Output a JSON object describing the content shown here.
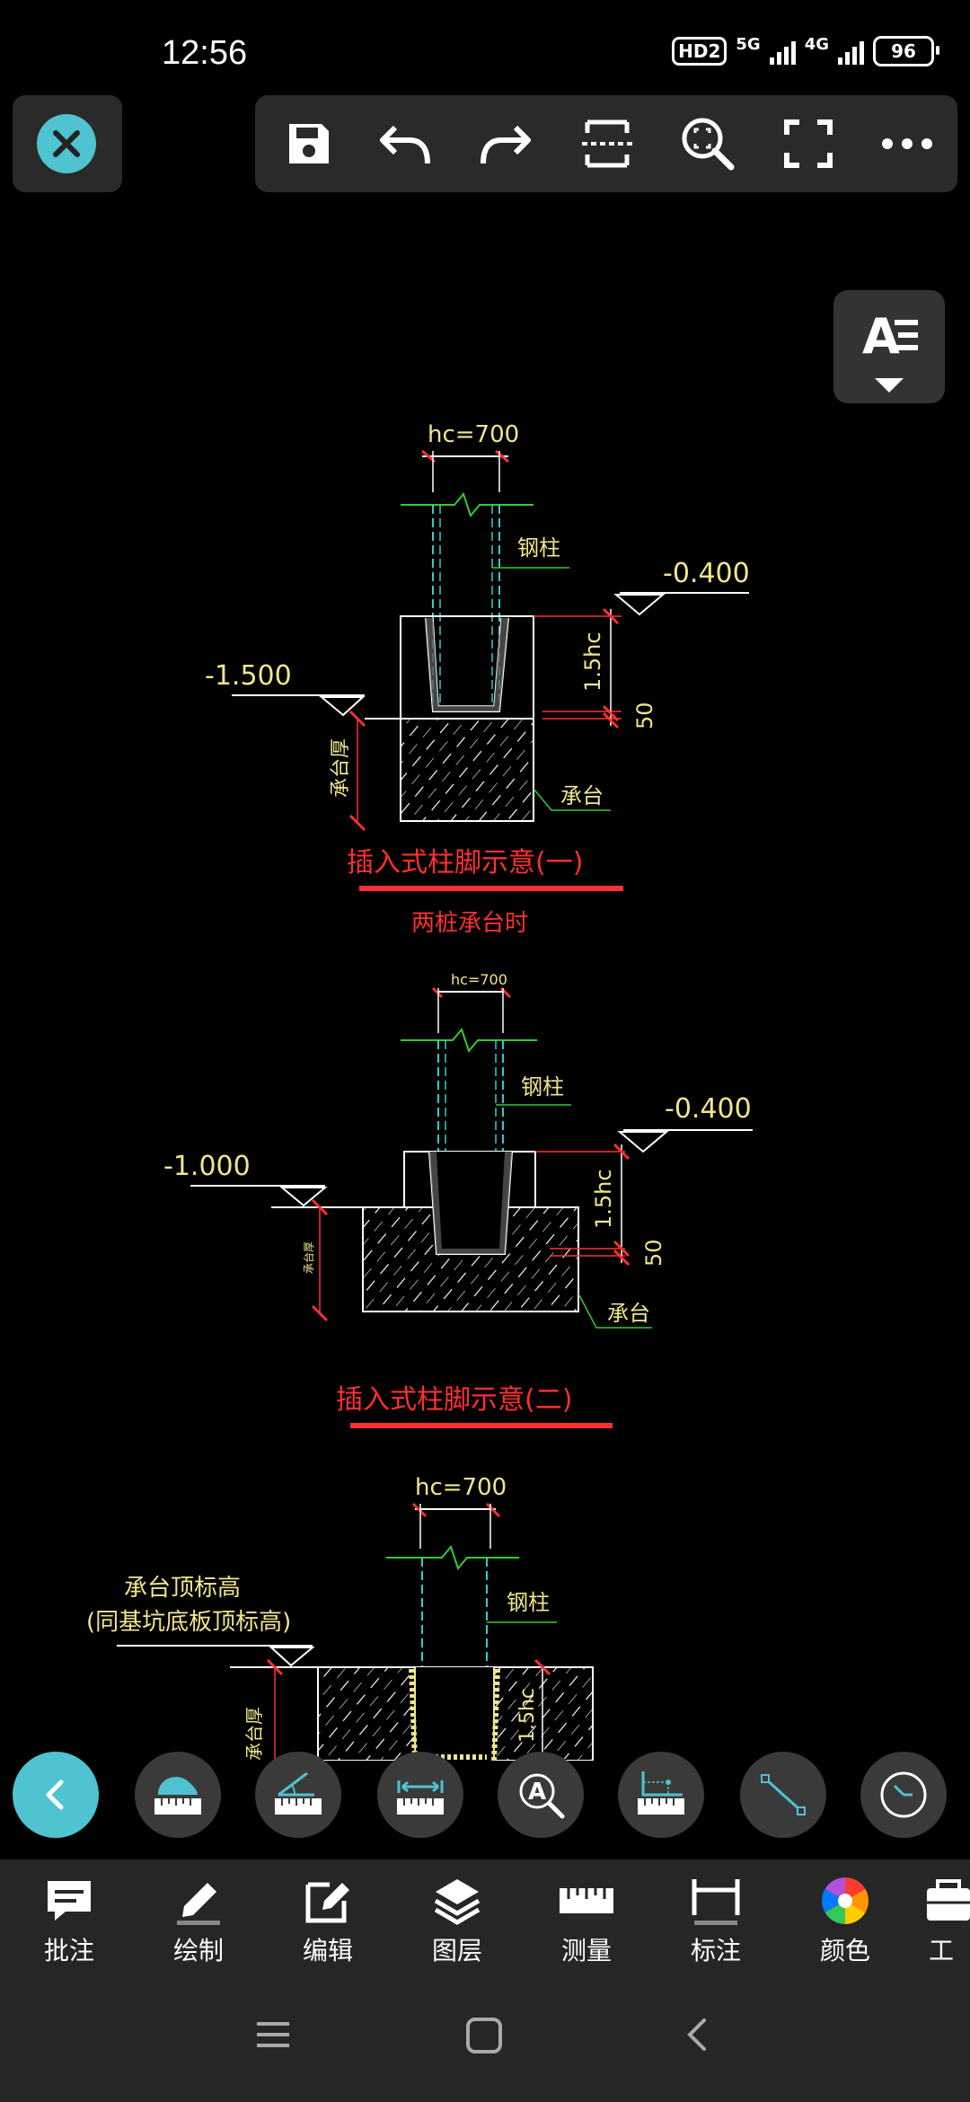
{
  "status_bar": {
    "time": "12:56",
    "hd": "HD2",
    "net1": "5G",
    "net2": "4G",
    "battery": "96"
  },
  "toolbar": {
    "icons": [
      "close-icon",
      "save-icon",
      "undo-icon",
      "redo-icon",
      "fit-screen-icon",
      "zoom-icon",
      "fullscreen-icon",
      "more-icon"
    ]
  },
  "text_style": {
    "label": "A"
  },
  "drawing": {
    "d1": {
      "hc": "hc=700",
      "steel": "钢柱",
      "elev_right": "-0.400",
      "elev_left": "-1.500",
      "dim_15hc": "1.5hc",
      "dim_50": "50",
      "cap_thick": "承台厚",
      "cap": "承台",
      "title": "插入式柱脚示意(一)",
      "subtitle": "两桩承台时"
    },
    "d2": {
      "hc": "hc=700",
      "steel": "钢柱",
      "elev_right": "-0.400",
      "elev_left": "-1.000",
      "dim_15hc": "1.5hc",
      "dim_50": "50",
      "cap_thick": "承台厚",
      "cap": "承台",
      "title": "插入式柱脚示意(二)"
    },
    "d3": {
      "hc": "hc=700",
      "steel": "钢柱",
      "top_label1": "承台顶标高",
      "top_label2": "(同基坑底板顶标高)",
      "dim_15hc": "1.5hc",
      "cap_thick": "承台厚"
    }
  },
  "tool_row": [
    "back-icon",
    "area-measure-icon",
    "angle-measure-icon",
    "distance-measure-icon",
    "text-search-icon",
    "coordinate-icon",
    "line-icon",
    "time-icon"
  ],
  "tabs": [
    {
      "label": "批注",
      "icon": "annotate-icon"
    },
    {
      "label": "绘制",
      "icon": "draw-icon"
    },
    {
      "label": "编辑",
      "icon": "edit-icon"
    },
    {
      "label": "图层",
      "icon": "layers-icon"
    },
    {
      "label": "测量",
      "icon": "ruler-icon"
    },
    {
      "label": "标注",
      "icon": "dimension-icon"
    },
    {
      "label": "颜色",
      "icon": "color-icon"
    },
    {
      "label": "工",
      "icon": "toolbox-icon"
    }
  ],
  "nav": [
    "menu-icon",
    "home-icon",
    "back-nav-icon"
  ],
  "colors": {
    "accent": "#4fc3cf",
    "cad_yellow": "#f0e68c",
    "cad_red": "#ff3030",
    "cad_green": "#33cc33",
    "cad_cyan": "#33cccc"
  }
}
